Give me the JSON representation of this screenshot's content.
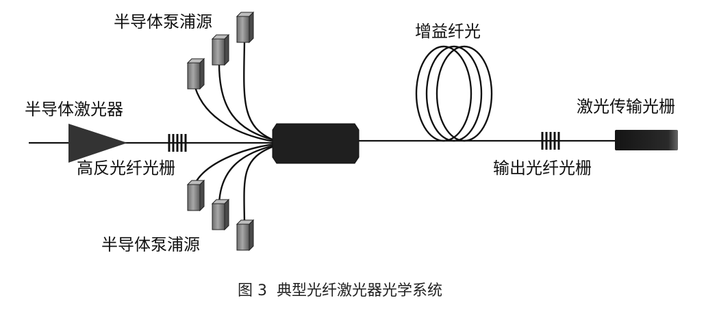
{
  "labels": {
    "pump_top": "半导体泵浦源",
    "pump_bottom": "半导体泵浦源",
    "seed_laser": "半导体激光器",
    "hr_grating": "高反光纤光栅",
    "gain_fiber": "增益纤光",
    "output_grating": "输出光纤光栅",
    "transmission_grating": "激光传输光栅"
  },
  "caption": "图 3  典型光纤激光器光学系统",
  "colors": {
    "line": "#111111",
    "pump_fill": "#8a8a8a",
    "combiner_fill": "#1f1f1f",
    "background": "#ffffff"
  }
}
